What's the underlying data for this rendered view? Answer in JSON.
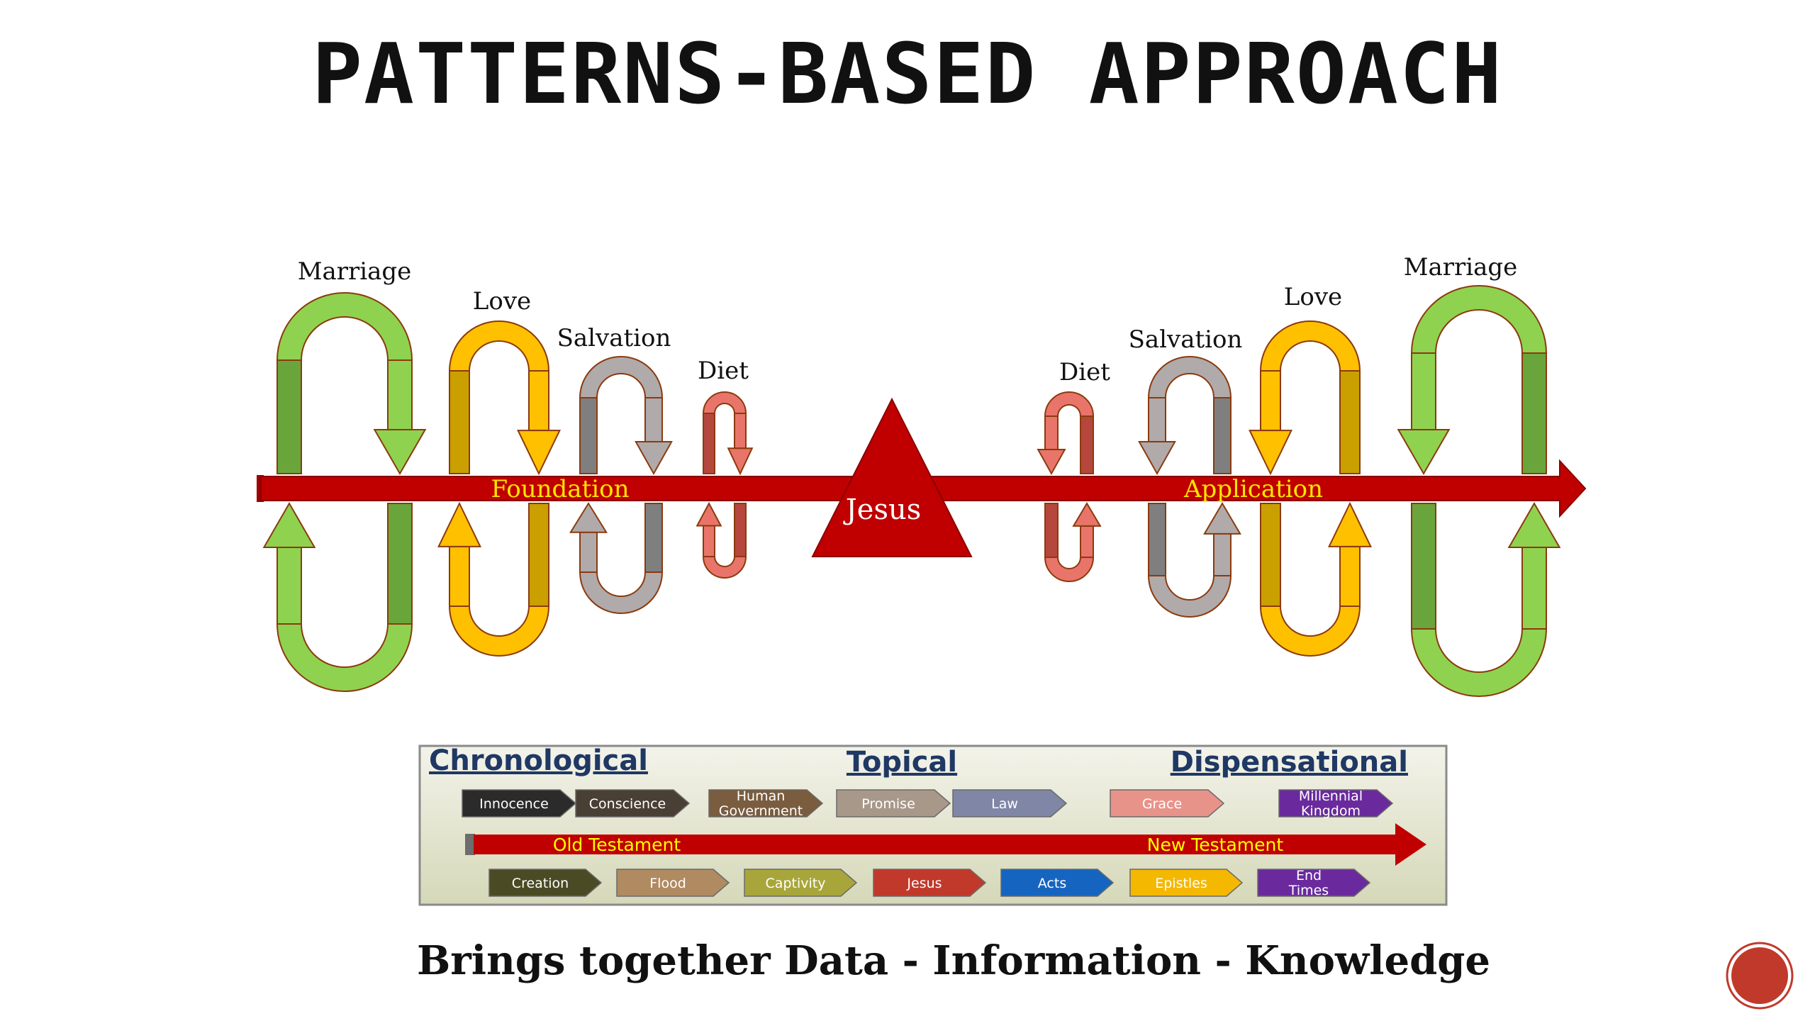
{
  "title": "PATTERNS-BASED APPROACH",
  "timeline": {
    "left_label": "Foundation",
    "right_label": "Application",
    "center_label": "Jesus"
  },
  "topics": {
    "left": [
      "Marriage",
      "Love",
      "Salvation",
      "Diet"
    ],
    "right": [
      "Diet",
      "Salvation",
      "Love",
      "Marriage"
    ]
  },
  "panel": {
    "categories": [
      "Chronological",
      "Topical",
      "Dispensational"
    ],
    "top_row": [
      {
        "label": "Innocence",
        "color": "#2b2b2b"
      },
      {
        "label": "Conscience",
        "color": "#4a3f35"
      },
      {
        "label": "Human Government",
        "color": "#7a5c3e"
      },
      {
        "label": "Promise",
        "color": "#a8988a"
      },
      {
        "label": "Law",
        "color": "#7f86a6"
      },
      {
        "label": "Grace",
        "color": "#e8938a"
      },
      {
        "label": "Millennial Kingdom",
        "color": "#6a2a9e"
      }
    ],
    "old_testament": "Old Testament",
    "new_testament": "New Testament",
    "bottom_row": [
      {
        "label": "Creation",
        "color": "#4a4a25"
      },
      {
        "label": "Flood",
        "color": "#b08a60"
      },
      {
        "label": "Captivity",
        "color": "#a8a63a"
      },
      {
        "label": "Jesus",
        "color": "#c0392b"
      },
      {
        "label": "Acts",
        "color": "#1565c0"
      },
      {
        "label": "Epistles",
        "color": "#f5b800"
      },
      {
        "label": "End Times",
        "color": "#6a2a9e"
      }
    ]
  },
  "footer": "Brings together Data - Information - Knowledge",
  "colors": {
    "axis": "#c00000",
    "green_dark": "#6aa53c",
    "green_light": "#8fd24f",
    "gold_dark": "#c9a000",
    "gold_light": "#ffc000",
    "gray_dark": "#7f7f7f",
    "gray_light": "#b0aaaa",
    "coral_dark": "#b5473d",
    "coral_light": "#e9756a"
  }
}
